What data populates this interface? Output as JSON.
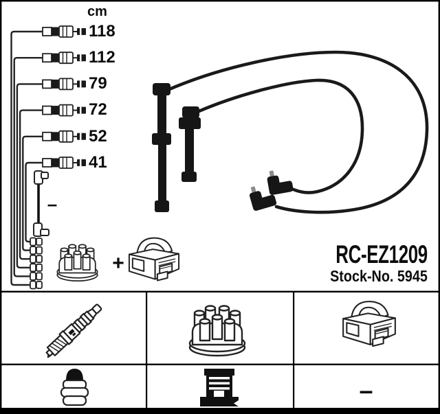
{
  "product_card": {
    "code": "RC-EZ1209",
    "stock_no": "Stock-No. 5945"
  },
  "measurement_panel": {
    "unit_label": "cm",
    "cable_lengths": [
      "118",
      "112",
      "79",
      "72",
      "52",
      "41"
    ],
    "coil_wire_mark": "–"
  },
  "kit_formula": {
    "plus_sign": "+"
  },
  "contents_table": {
    "row1_icons": [
      "spark-plug-icon",
      "distributor-cap-icon",
      "ignition-coil-icon"
    ],
    "row2_icons": [
      "plug-terminal-boot-icon",
      "distributor-terminal-icon",
      "none"
    ],
    "row2_dash": "–"
  },
  "colors": {
    "ink": "#1a1a1a",
    "photo_black": "#161616",
    "background": "#ffffff",
    "border": "#000000"
  }
}
